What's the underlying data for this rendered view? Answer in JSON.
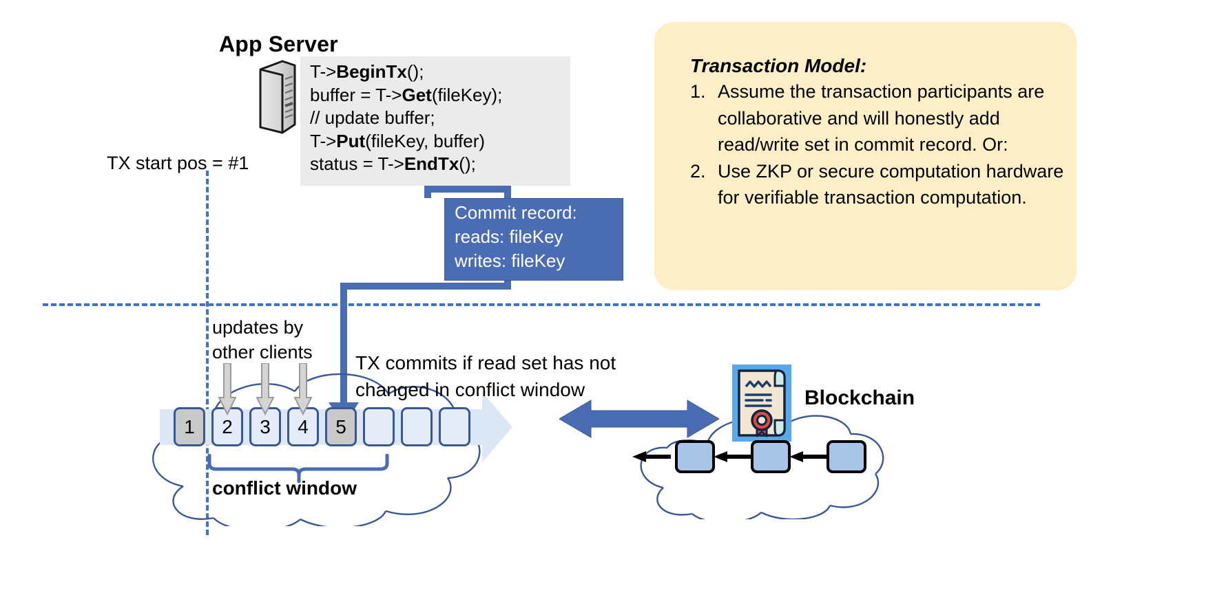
{
  "diagram": {
    "title_app_server": "App Server",
    "tx_start_label": "TX start pos = #1",
    "code": {
      "lines": [
        {
          "pre": "T->",
          "bold": "BeginTx",
          "post": "();"
        },
        {
          "pre": "buffer = T->",
          "bold": "Get",
          "post": "(fileKey);"
        },
        {
          "pre": "// update buffer;",
          "bold": "",
          "post": ""
        },
        {
          "pre": "T->",
          "bold": "Put",
          "post": "(fileKey, buffer)"
        },
        {
          "pre": "status = T->",
          "bold": "EndTx",
          "post": "();"
        }
      ]
    },
    "commit_record": {
      "heading": "Commit record:",
      "reads": "reads: fileKey",
      "writes": "writes: fileKey"
    },
    "transaction_model": {
      "title": "Transaction Model:",
      "items": [
        {
          "num": "1.",
          "text": "Assume the transaction participants are collaborative and will honestly add read/write set in commit record.  Or:"
        },
        {
          "num": "2.",
          "text": "Use ZKP or secure computation hardware for verifiable transaction computation."
        }
      ]
    },
    "log": {
      "updates_label_line1": "updates by",
      "updates_label_line2": "other clients",
      "tx_commit_line1": "TX commits if read set has not",
      "tx_commit_line2": "changed in conflict window",
      "conflict_window_label": "conflict window",
      "cells": [
        {
          "label": "1",
          "state": "filled"
        },
        {
          "label": "2",
          "state": "empty"
        },
        {
          "label": "3",
          "state": "empty"
        },
        {
          "label": "4",
          "state": "empty"
        },
        {
          "label": "5",
          "state": "filled"
        },
        {
          "label": "",
          "state": "empty"
        },
        {
          "label": "",
          "state": "empty"
        },
        {
          "label": "",
          "state": "empty"
        }
      ]
    },
    "blockchain": {
      "label": "Blockchain",
      "block_count": 3
    },
    "colors": {
      "accent_blue": "#4a6cb3",
      "dashed_blue": "#4472c4",
      "yellow_box": "#fcefc7",
      "code_box_grey": "#ebebeb",
      "cell_empty": "#e3ecf8",
      "cell_filled": "#c9c9c9",
      "log_strip": "#dce7f5",
      "block_fill": "#a8c5e8",
      "cert_bg": "#5aa8e8",
      "seal_red": "#d94a4a"
    }
  }
}
